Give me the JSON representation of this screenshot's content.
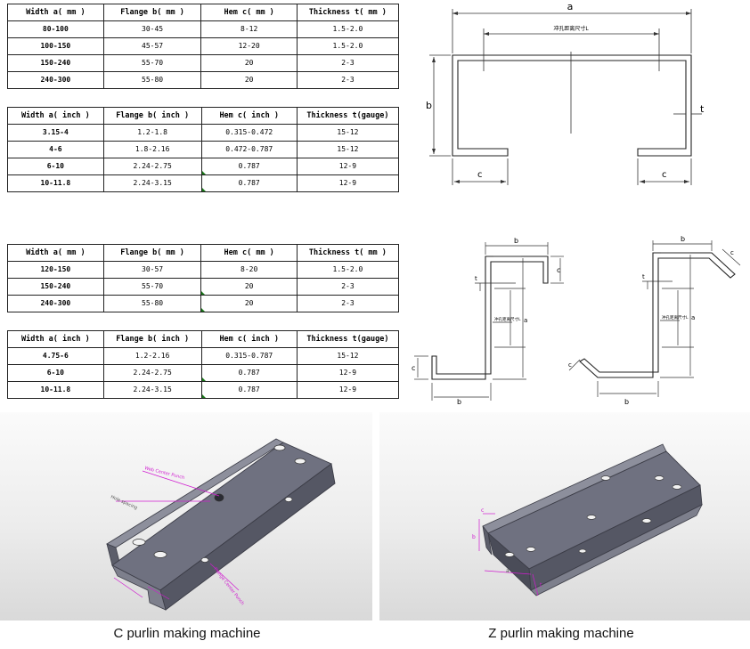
{
  "table1": {
    "headers": [
      "Width a( mm )",
      "Flange b( mm )",
      "Hem c( mm )",
      "Thickness t( mm )"
    ],
    "rows": [
      [
        "80-100",
        "30-45",
        "8-12",
        "1.5-2.0"
      ],
      [
        "100-150",
        "45-57",
        "12-20",
        "1.5-2.0"
      ],
      [
        "150-240",
        "55-70",
        "20",
        "2-3"
      ],
      [
        "240-300",
        "55-80",
        "20",
        "2-3"
      ]
    ]
  },
  "table2": {
    "headers": [
      "Width a( inch )",
      "Flange b( inch )",
      "Hem c( inch )",
      "Thickness t(gauge)"
    ],
    "rows": [
      [
        "3.15-4",
        "1.2-1.8",
        "0.315-0.472",
        "15-12"
      ],
      [
        "4-6",
        "1.8-2.16",
        "0.472-0.787",
        "15-12"
      ],
      [
        "6-10",
        "2.24-2.75",
        "0.787",
        "12-9"
      ],
      [
        "10-11.8",
        "2.24-3.15",
        "0.787",
        "12-9"
      ]
    ]
  },
  "table3": {
    "headers": [
      "Width a( mm )",
      "Flange b( mm )",
      "Hem c( mm )",
      "Thickness t( mm )"
    ],
    "rows": [
      [
        "120-150",
        "30-57",
        "8-20",
        "1.5-2.0"
      ],
      [
        "150-240",
        "55-70",
        "20",
        "2-3"
      ],
      [
        "240-300",
        "55-80",
        "20",
        "2-3"
      ]
    ]
  },
  "table4": {
    "headers": [
      "Width a( inch )",
      "Flange b( inch )",
      "Hem c( inch )",
      "Thickness t(gauge)"
    ],
    "rows": [
      [
        "4.75-6",
        "1.2-2.16",
        "0.315-0.787",
        "15-12"
      ],
      [
        "6-10",
        "2.24-2.75",
        "0.787",
        "12-9"
      ],
      [
        "10-11.8",
        "2.24-3.15",
        "0.787",
        "12-9"
      ]
    ]
  },
  "c_diagram": {
    "label_a": "a",
    "label_b": "b",
    "label_c_left": "c",
    "label_c_right": "c",
    "label_t": "t",
    "label_hole": "冲孔距离尺寸L"
  },
  "z_diagram": {
    "label_b": "b",
    "label_c": "c",
    "label_t": "t",
    "label_a": "a",
    "label_hole": "冲孔距离尺寸L"
  },
  "renders": {
    "c_web_label": "Web Center Punch",
    "c_flange_label": "Flange Center Punch",
    "c_spacing_label": "Hole spacing",
    "z_label_b": "b",
    "z_label_c": "c",
    "z_label_a": "a",
    "z_label_t": "t"
  },
  "captions": {
    "c": "C purlin making machine",
    "z": "Z purlin making machine"
  },
  "colors": {
    "steel": "#6f7180",
    "steel_dark": "#484a57",
    "steel_light": "#8d8f9c",
    "annotation": "#d01bd0",
    "marker": "#1a7a1a"
  }
}
